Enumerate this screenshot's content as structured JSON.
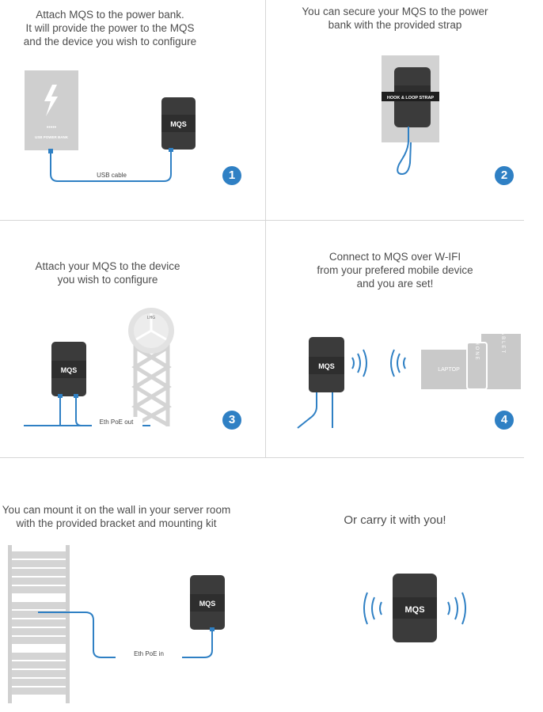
{
  "steps": [
    {
      "caption": [
        "Attach MQS to the power bank.",
        "It will provide the power to the MQS",
        "and the device you wish to configure"
      ],
      "number": "1",
      "labels": {
        "device": "MQS",
        "power_bank": "USB POWER BANK",
        "cable": "USB cable",
        "dots": "•••••"
      }
    },
    {
      "caption": [
        "You can secure your MQS to the power",
        "bank with the provided strap"
      ],
      "number": "2",
      "labels": {
        "strap": "HOOK & LOOP STRAP"
      }
    },
    {
      "caption": [
        "Attach your MQS to the device",
        "you wish to configure"
      ],
      "number": "3",
      "labels": {
        "device": "MQS",
        "antenna": "LHG",
        "cable": "Eth PoE out"
      }
    },
    {
      "caption": [
        "Connect to MQS over W-IFI",
        "from your prefered mobile device",
        "and you are set!"
      ],
      "number": "4",
      "labels": {
        "device": "MQS",
        "laptop": "LAPTOP",
        "phone": "PHONE",
        "tablet": "TABLET"
      }
    },
    {
      "caption": [
        "You can mount it on the wall in your server room",
        "with the provided bracket and mounting kit"
      ],
      "labels": {
        "device": "MQS",
        "cable": "Eth PoE in"
      }
    },
    {
      "caption": [
        "Or carry it with you!"
      ],
      "labels": {
        "device": "MQS"
      }
    }
  ],
  "colors": {
    "accent": "#2f80c4",
    "device": "#3b3b3b",
    "device_dark": "#2e2e2e",
    "grey": "#c9c9c9",
    "divider": "#d6d6d6"
  }
}
